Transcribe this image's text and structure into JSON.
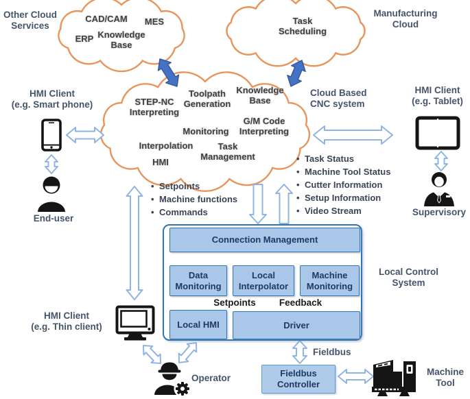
{
  "diagram": {
    "other_cloud": {
      "caption": {
        "line1": "Other Cloud",
        "line2": "Services"
      },
      "items": {
        "cad_cam": "CAD/CAM",
        "mes": "MES",
        "erp": "ERP",
        "knowledge_base": "Knowledge Base"
      }
    },
    "manufacturing_cloud": {
      "caption": {
        "line1": "Manufacturing",
        "line2": "Cloud"
      },
      "items": {
        "task_scheduling": "Task Scheduling"
      }
    },
    "cnc_cloud": {
      "caption": {
        "line1": "Cloud Based",
        "line2": "CNC system"
      },
      "items": {
        "step_nc_interpreting": "STEP-NC Interpreting",
        "toolpath_generation": "Toolpath Generation",
        "knowledge_base": "Knowledge Base",
        "monitoring": "Monitoring",
        "gm_code_interpreting": "G/M Code Interpreting",
        "interpolation": "Interpolation",
        "task_management": "Task Management",
        "hmi": "HMI"
      }
    },
    "smartphone_client": {
      "caption": {
        "line1": "HMI Client",
        "line2": "(e.g. Smart phone)"
      },
      "user_label": "End-user"
    },
    "tablet_client": {
      "caption": {
        "line1": "HMI Client",
        "line2": "(e.g. Tablet)"
      },
      "user_label": "Supervisory"
    },
    "thin_client": {
      "caption": {
        "line1": "HMI Client",
        "line2": "(e.g. Thin client)"
      },
      "user_label": "Operator"
    },
    "uplink_bullets": [
      "Setpoints",
      "Machine functions",
      "Commands"
    ],
    "downlink_bullets": [
      "Task Status",
      "Machine Tool Status",
      "Cutter Information",
      "Setup Information",
      "Video Stream"
    ],
    "local_control_system": {
      "caption": {
        "line1": "Local Control",
        "line2": "System"
      },
      "connection_management": "Connection Management",
      "data_monitoring": "Data Monitoring",
      "local_interpolator": "Local Interpolator",
      "machine_monitoring": "Machine Monitoring",
      "setpoints_label": "Setpoints",
      "feedback_label": "Feedback",
      "local_hmi": "Local HMI",
      "driver": "Driver"
    },
    "fieldbus": {
      "bus_label": "Fieldbus",
      "controller": {
        "line1": "Fieldbus",
        "line2": "Controller"
      }
    },
    "machine_tool": {
      "caption": {
        "line1": "Machine",
        "line2": "Tool"
      }
    }
  },
  "icons": [
    "smartphone-icon",
    "tablet-icon",
    "monitor-icon",
    "end-user-icon",
    "supervisory-icon",
    "operator-icon",
    "gear-icon",
    "hard-hat-icon",
    "machine-tool-icon"
  ],
  "colors": {
    "cloud_outline": "#E8945A",
    "solid_arrow_fill": "#4472C4",
    "solid_arrow_edge": "#35599B",
    "outline_arrow_stroke": "#8FB4E3",
    "thin_arrow": "#2E75B6",
    "box_fill": "#A9C7E8",
    "box_border": "#2E75B6",
    "box_text": "#1F3864",
    "label_text": "#44546A"
  }
}
